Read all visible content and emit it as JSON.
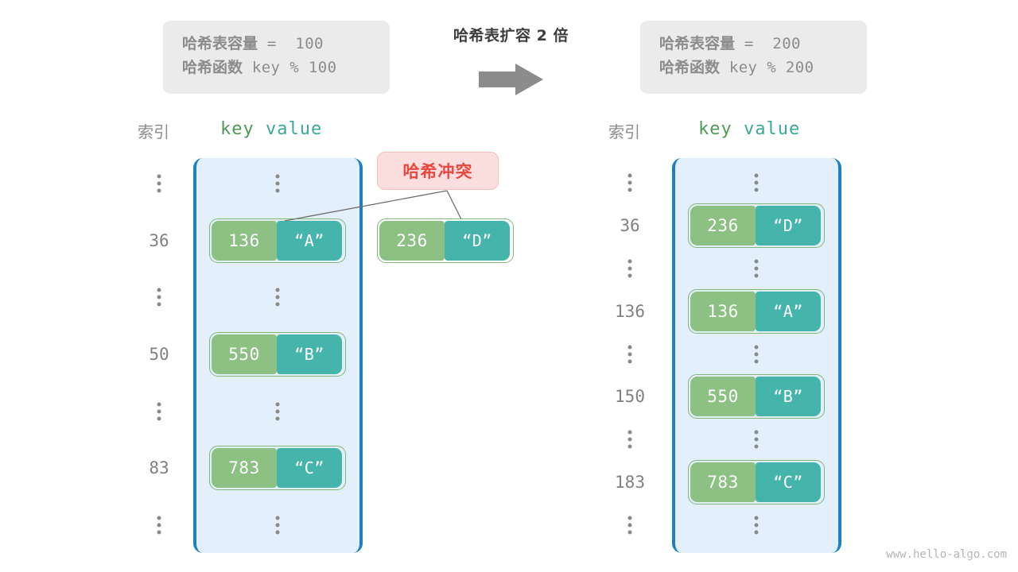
{
  "title": "哈希表扩容 2 倍",
  "arrow": "arrow-right-icon",
  "colors": {
    "table_border": "#1d7fc4",
    "table_fill": "#e3effa",
    "key_cell": "#8cc183",
    "value_cell": "#45b5ac",
    "collision_bg": "#fbdfdf",
    "collision_text": "#e8483f",
    "info_bg": "#ebebeb",
    "muted_text": "#8c8c8c"
  },
  "info_left": {
    "line1_label": "哈希表容量",
    "line1_value": " =  100",
    "line2_label": "哈希函数",
    "line2_value": " key % 100"
  },
  "info_right": {
    "line1_label": "哈希表容量",
    "line1_value": " =  200",
    "line2_label": "哈希函数",
    "line2_value": " key % 200"
  },
  "headers": {
    "index": "索引",
    "key": "key",
    "value": "value"
  },
  "collision": {
    "label": "哈希冲突"
  },
  "left_table": {
    "rows": [
      {
        "type": "ellipsis",
        "index": ""
      },
      {
        "type": "entry",
        "index": "36",
        "key": "136",
        "value": "“A”"
      },
      {
        "type": "ellipsis",
        "index": ""
      },
      {
        "type": "entry",
        "index": "50",
        "key": "550",
        "value": "“B”"
      },
      {
        "type": "ellipsis",
        "index": ""
      },
      {
        "type": "entry",
        "index": "83",
        "key": "783",
        "value": "“C”"
      },
      {
        "type": "ellipsis",
        "index": ""
      }
    ]
  },
  "right_table": {
    "rows": [
      {
        "type": "ellipsis",
        "index": ""
      },
      {
        "type": "entry",
        "index": "36",
        "key": "236",
        "value": "“D”"
      },
      {
        "type": "ellipsis",
        "index": ""
      },
      {
        "type": "entry",
        "index": "136",
        "key": "136",
        "value": "“A”"
      },
      {
        "type": "ellipsis",
        "index": ""
      },
      {
        "type": "entry",
        "index": "150",
        "key": "550",
        "value": "“B”"
      },
      {
        "type": "ellipsis",
        "index": ""
      },
      {
        "type": "entry",
        "index": "183",
        "key": "783",
        "value": "“C”"
      },
      {
        "type": "ellipsis",
        "index": ""
      }
    ]
  },
  "floating_entry": {
    "key": "236",
    "value": "“D”"
  },
  "watermark": "www.hello-algo.com"
}
